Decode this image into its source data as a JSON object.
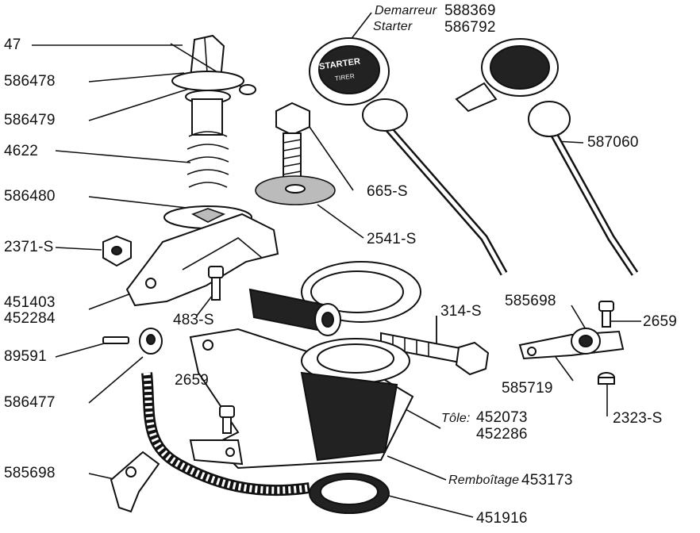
{
  "labels": {
    "p47": "47",
    "p586478": "586478",
    "p586479": "586479",
    "p4622": "4622",
    "p586480": "586480",
    "p2371": "2371-S",
    "p451403": "451403",
    "p452284": "452284",
    "p89591": "89591",
    "p586477": "586477",
    "p585698a": "585698",
    "p483": "483-S",
    "p2659a": "2659",
    "p665": "665-S",
    "p2541": "2541-S",
    "p314": "314-S",
    "demarreur": "Demarreur",
    "starter": "Starter",
    "p588369": "588369",
    "p586792": "586792",
    "p587060": "587060",
    "p585698b": "585698",
    "p2659b": "2659",
    "p585719": "585719",
    "p2323": "2323-S",
    "tole": "Tôle:",
    "p452073": "452073",
    "p452286": "452286",
    "remboitage": "Remboîtage",
    "p453173": "453173",
    "p451916": "451916",
    "knob_text1": "STARTER",
    "knob_text2": "TIRER"
  }
}
